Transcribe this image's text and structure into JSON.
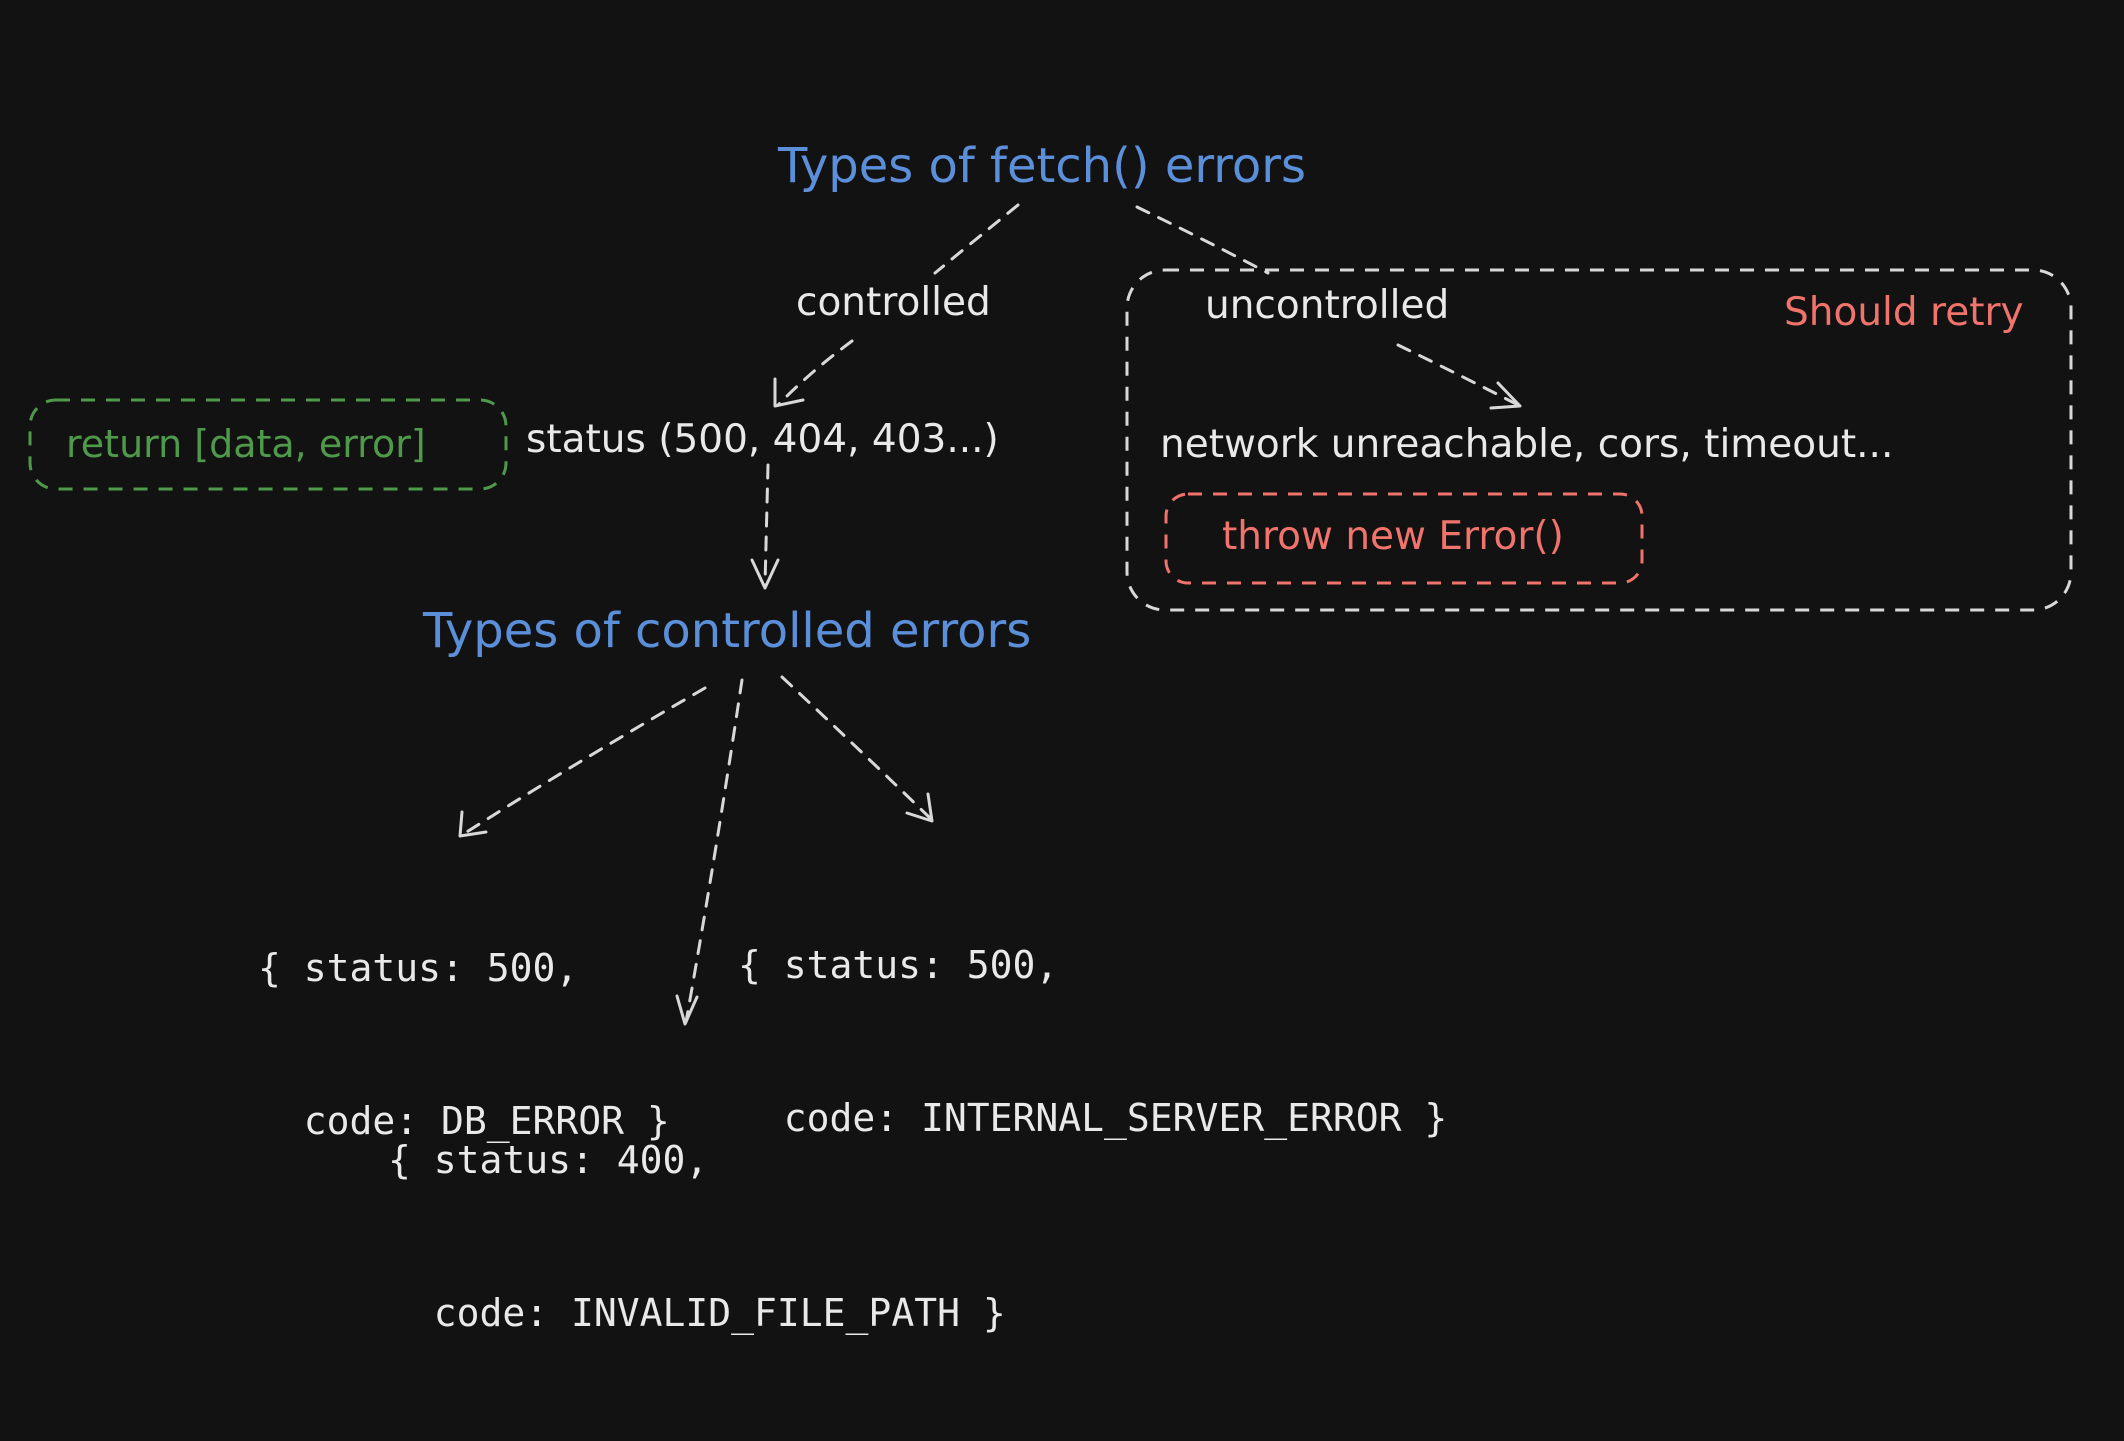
{
  "diagram": {
    "title": "Types of fetch() errors",
    "branches": {
      "controlled": "controlled",
      "uncontrolled": "uncontrolled"
    },
    "status_text": "status (500, 404, 403...)",
    "return_box": "return [data, error]",
    "uncontrolled_group": {
      "tag": "Should retry",
      "examples": "network unreachable, cors, timeout...",
      "throw_box": "throw new Error()"
    },
    "controlled_title": "Types of controlled errors",
    "controlled_errors": [
      {
        "line1": "{ status: 500,",
        "line2": "  code: DB_ERROR }"
      },
      {
        "line1": "{ status: 500,",
        "line2": "  code: INTERNAL_SERVER_ERROR }"
      },
      {
        "line1": "{ status: 400,",
        "line2": "  code: INVALID_FILE_PATH }"
      }
    ],
    "colors": {
      "background": "#121212",
      "title": "#5b8fd9",
      "text": "#e9e9e9",
      "green": "#4f9a4a",
      "red": "#f0736c",
      "stroke": "#d8d8d8"
    }
  }
}
